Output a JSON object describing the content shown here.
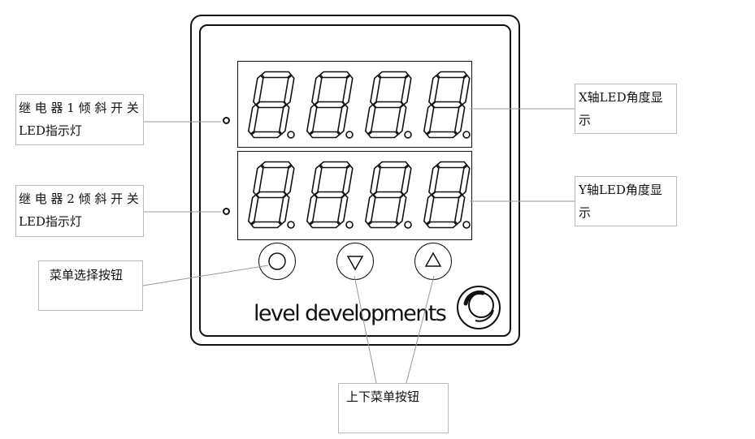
{
  "brand": {
    "name": "level developments"
  },
  "callouts": {
    "relay1": {
      "line1": "继 电 器 1 倾 斜 开 关",
      "line2": "LED指示灯"
    },
    "relay2": {
      "line1": "继 电 器 2 倾 斜 开 关",
      "line2": "LED指示灯"
    },
    "menu_select": {
      "text": "菜单选择按钮"
    },
    "x_axis": {
      "line1": "X轴LED角度显",
      "line2": "示"
    },
    "y_axis": {
      "line1": "Y轴LED角度显",
      "line2": "示"
    },
    "updown": {
      "text": "上下菜单按钮"
    }
  },
  "icons": {
    "menu_button": "circle-icon",
    "down_button": "triangle-down-icon",
    "up_button": "triangle-up-icon",
    "logo": "level-developments-logo-icon"
  }
}
